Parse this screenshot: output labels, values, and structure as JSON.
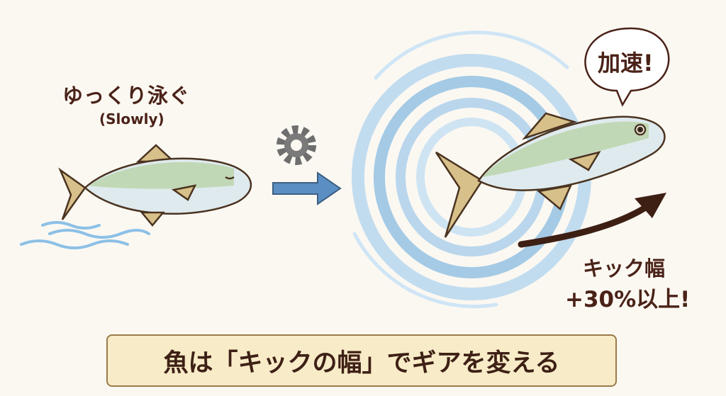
{
  "left": {
    "title": "ゆっくり泳ぐ",
    "subtitle": "(Slowly)"
  },
  "bubble": {
    "text": "加速!"
  },
  "kick": {
    "line1": "キック幅",
    "line2": "+30%以上!"
  },
  "banner": {
    "text": "魚は「キックの幅」でギアを変える"
  },
  "colors": {
    "text": "#4a2218",
    "water": "#7fb6e0",
    "arrow": "#5b8fc4",
    "banner": "#f8ecc8"
  }
}
